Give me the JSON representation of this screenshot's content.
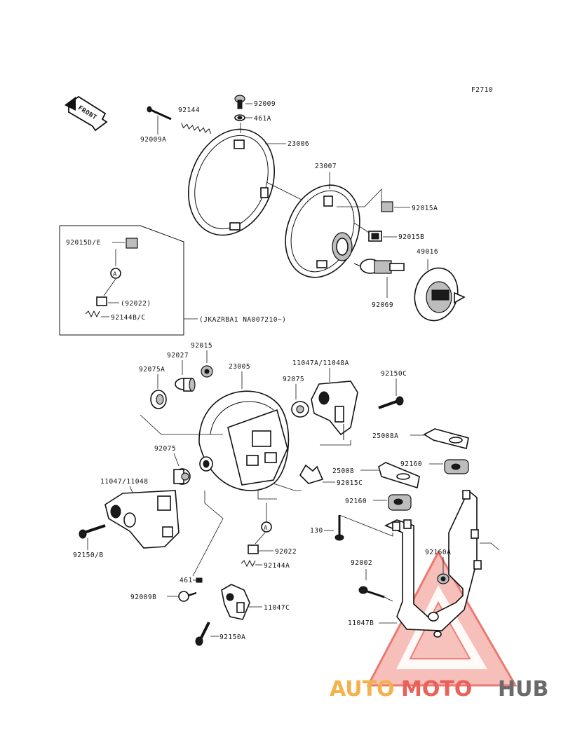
{
  "figure_code": "F2710",
  "front_label": "FRONT",
  "callout_letter": "A",
  "inset_note": "(JKAZRBA1 NA007210~)",
  "labels": {
    "p92009A": "92009A",
    "p92144": "92144",
    "p92009": "92009",
    "p461A": "461A",
    "p23006": "23006",
    "p23007": "23007",
    "p92015A": "92015A",
    "p92015B": "92015B",
    "p49016": "49016",
    "p92069": "92069",
    "p92015DE": "92015D/E",
    "p92022inset": "(92022)",
    "p92144BC": "92144B/C",
    "p92015": "92015",
    "p92027": "92027",
    "p92075A": "92075A",
    "p23005": "23005",
    "p11047A": "11047A/11048A",
    "p92075a": "92075",
    "p92150C": "92150C",
    "p25008A": "25008A",
    "p92075b": "92075",
    "p25008": "25008",
    "p92160a": "92160",
    "p11047": "11047/11048",
    "p92015C": "92015C",
    "p92160b": "92160",
    "p130": "130",
    "p92150B": "92150/B",
    "p92022": "92022",
    "p92144A": "92144A",
    "p92002": "92002",
    "p92160A": "92160A",
    "p461": "461",
    "p92009B": "92009B",
    "p11047C": "11047C",
    "p11047B": "11047B",
    "p92150A": "92150A"
  },
  "watermark": {
    "part1": "AUTO",
    "part2": "MOTO",
    "part3": "HUB"
  },
  "colors": {
    "ink": "#111111",
    "watermark_red": "#e9625a",
    "watermark_orange": "#f3b24b",
    "watermark_grey": "#6a6a6a"
  }
}
